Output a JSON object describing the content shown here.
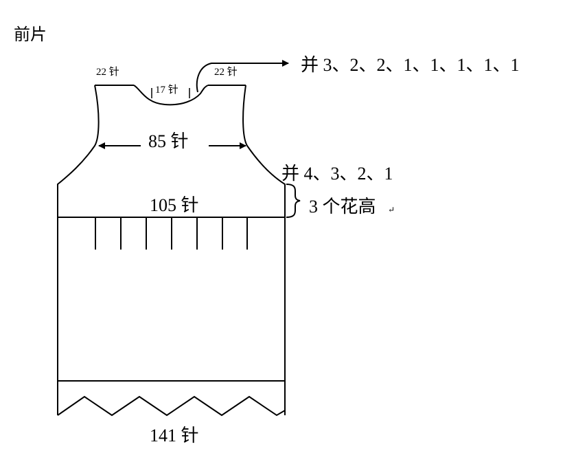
{
  "title": "前片",
  "labels": {
    "shoulder_left": "22 针",
    "neck": "17 针",
    "shoulder_right": "22 针",
    "neck_decrease": "并 3、2、2、1、1、1、1、1",
    "chest": "85 针",
    "armhole_decrease": "并 4、3、2、1",
    "body_width": "105 针",
    "pattern_height": "3 个花高",
    "return_mark": "↵",
    "hem_width": "141 针"
  }
}
